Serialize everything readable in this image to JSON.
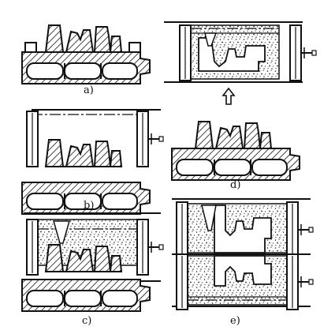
{
  "figure": {
    "panel_labels": {
      "a": "a)",
      "b": "b)",
      "c": "c)",
      "d": "d)",
      "e": "e)"
    }
  }
}
